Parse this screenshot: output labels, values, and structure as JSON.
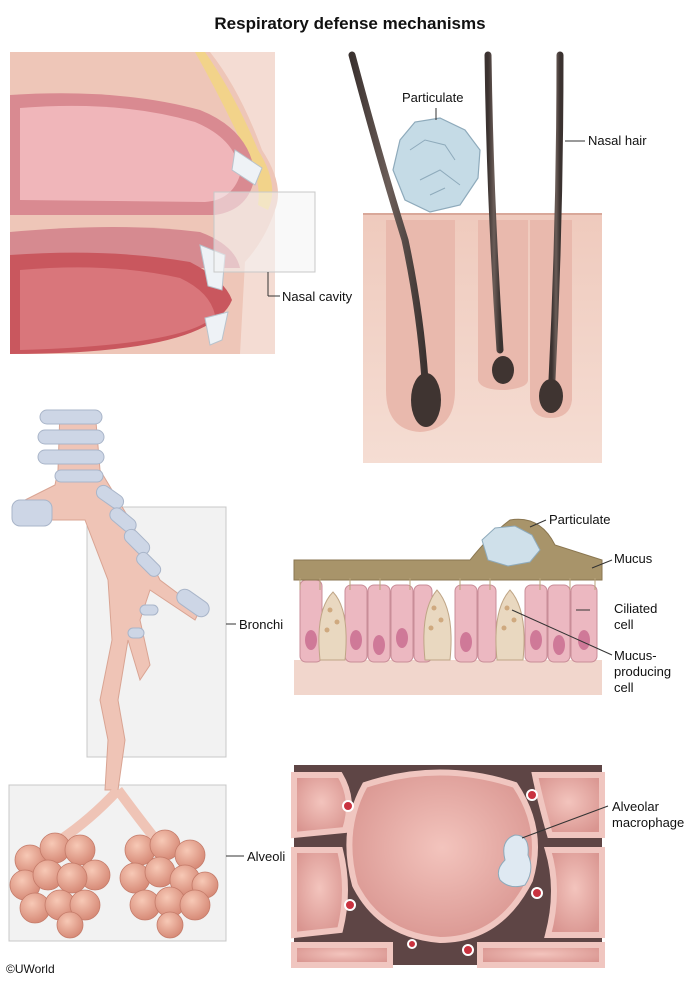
{
  "title": "Respiratory defense mechanisms",
  "labels": {
    "nasal_cavity": "Nasal cavity",
    "particulate_top": "Particulate",
    "nasal_hair": "Nasal hair",
    "bronchi": "Bronchi",
    "particulate_mid": "Particulate",
    "mucus": "Mucus",
    "ciliated_cell_1": "Ciliated",
    "ciliated_cell_2": "cell",
    "mucus_producing_1": "Mucus-",
    "mucus_producing_2": "producing",
    "mucus_producing_3": "cell",
    "alveoli": "Alveoli",
    "alveolar_macrophage_1": "Alveolar",
    "alveolar_macrophage_2": "macrophage"
  },
  "copyright": "©UWorld",
  "colors": {
    "tissue_pink": "#e9a7a4",
    "skin": "#f1d3c8",
    "hair": "#4a3f3c",
    "mucus": "#a8946a",
    "cartilage": "#c9d3e3",
    "particulate": "#bcd3e0",
    "alveolus_wall": "#e8b3b0"
  }
}
